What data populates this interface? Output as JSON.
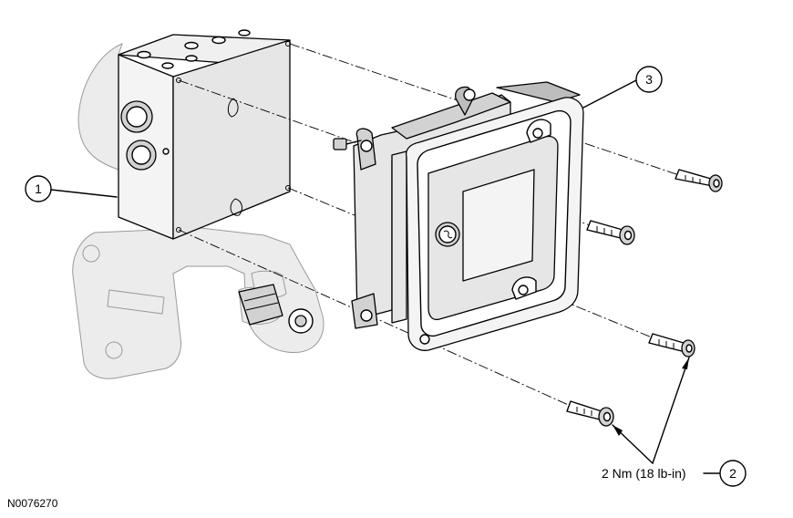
{
  "callouts": {
    "one": "1",
    "two": "2",
    "three": "3"
  },
  "torque_label": "2 Nm (18 lb-in)",
  "reference_number": "N0076270"
}
